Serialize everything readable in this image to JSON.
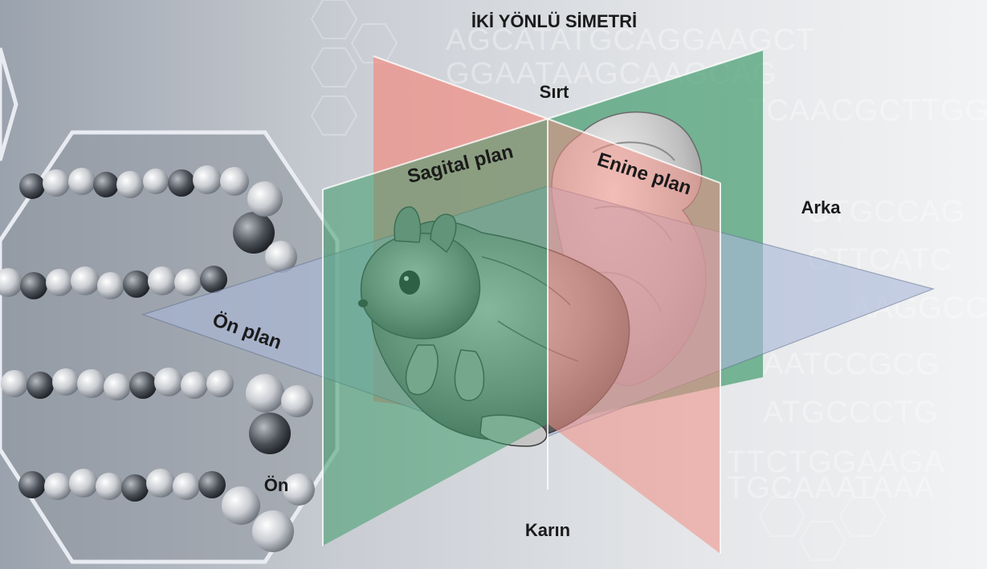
{
  "title": "İKİ YÖNLÜ SİMETRİ",
  "labels": {
    "dorsal": "Sırt",
    "ventral": "Karın",
    "posterior": "Arka",
    "anterior": "Ön",
    "sagittal_plane": "Sagital plan",
    "transverse_plane": "Enine plan",
    "frontal_plane": "Ön plan"
  },
  "dna_sequence_lines": [
    "AGCATATGCAGGAAGCT",
    "GGAATAAGCAAGCAG",
    "TCAACGCTTGGT",
    "CTGCCAG",
    "CTTCATC",
    "AAGGCC",
    "AATCCGCG",
    "ATGCCCTG",
    "TTCTGGAAGA",
    "TGCAAATAAA"
  ],
  "colors": {
    "sagittal_plane": "#3e9a6a",
    "transverse_plane": "#f08e84",
    "frontal_plane": "#aab8d8",
    "background": "#d6d9de"
  }
}
